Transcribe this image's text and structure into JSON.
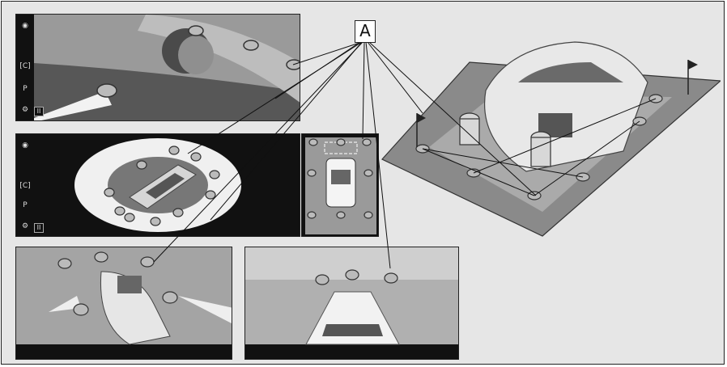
{
  "callout": {
    "label": "A"
  },
  "sidebar": {
    "icons": [
      "camera-icon",
      "rotate-view-icon",
      "parking-assist-icon",
      "settings-icon",
      "pause-icon"
    ],
    "rotate_glyph": "[C]",
    "parking_glyph": "P",
    "settings_glyph": "⚙",
    "pause_glyph": "II"
  },
  "colors": {
    "frame_border": "#222222",
    "background": "#e6e6e6",
    "screen_dark": "#111111",
    "ground_gray": "#7a7a7a",
    "guide_white": "#f4f4f4",
    "marker": "#b5b5b5"
  }
}
